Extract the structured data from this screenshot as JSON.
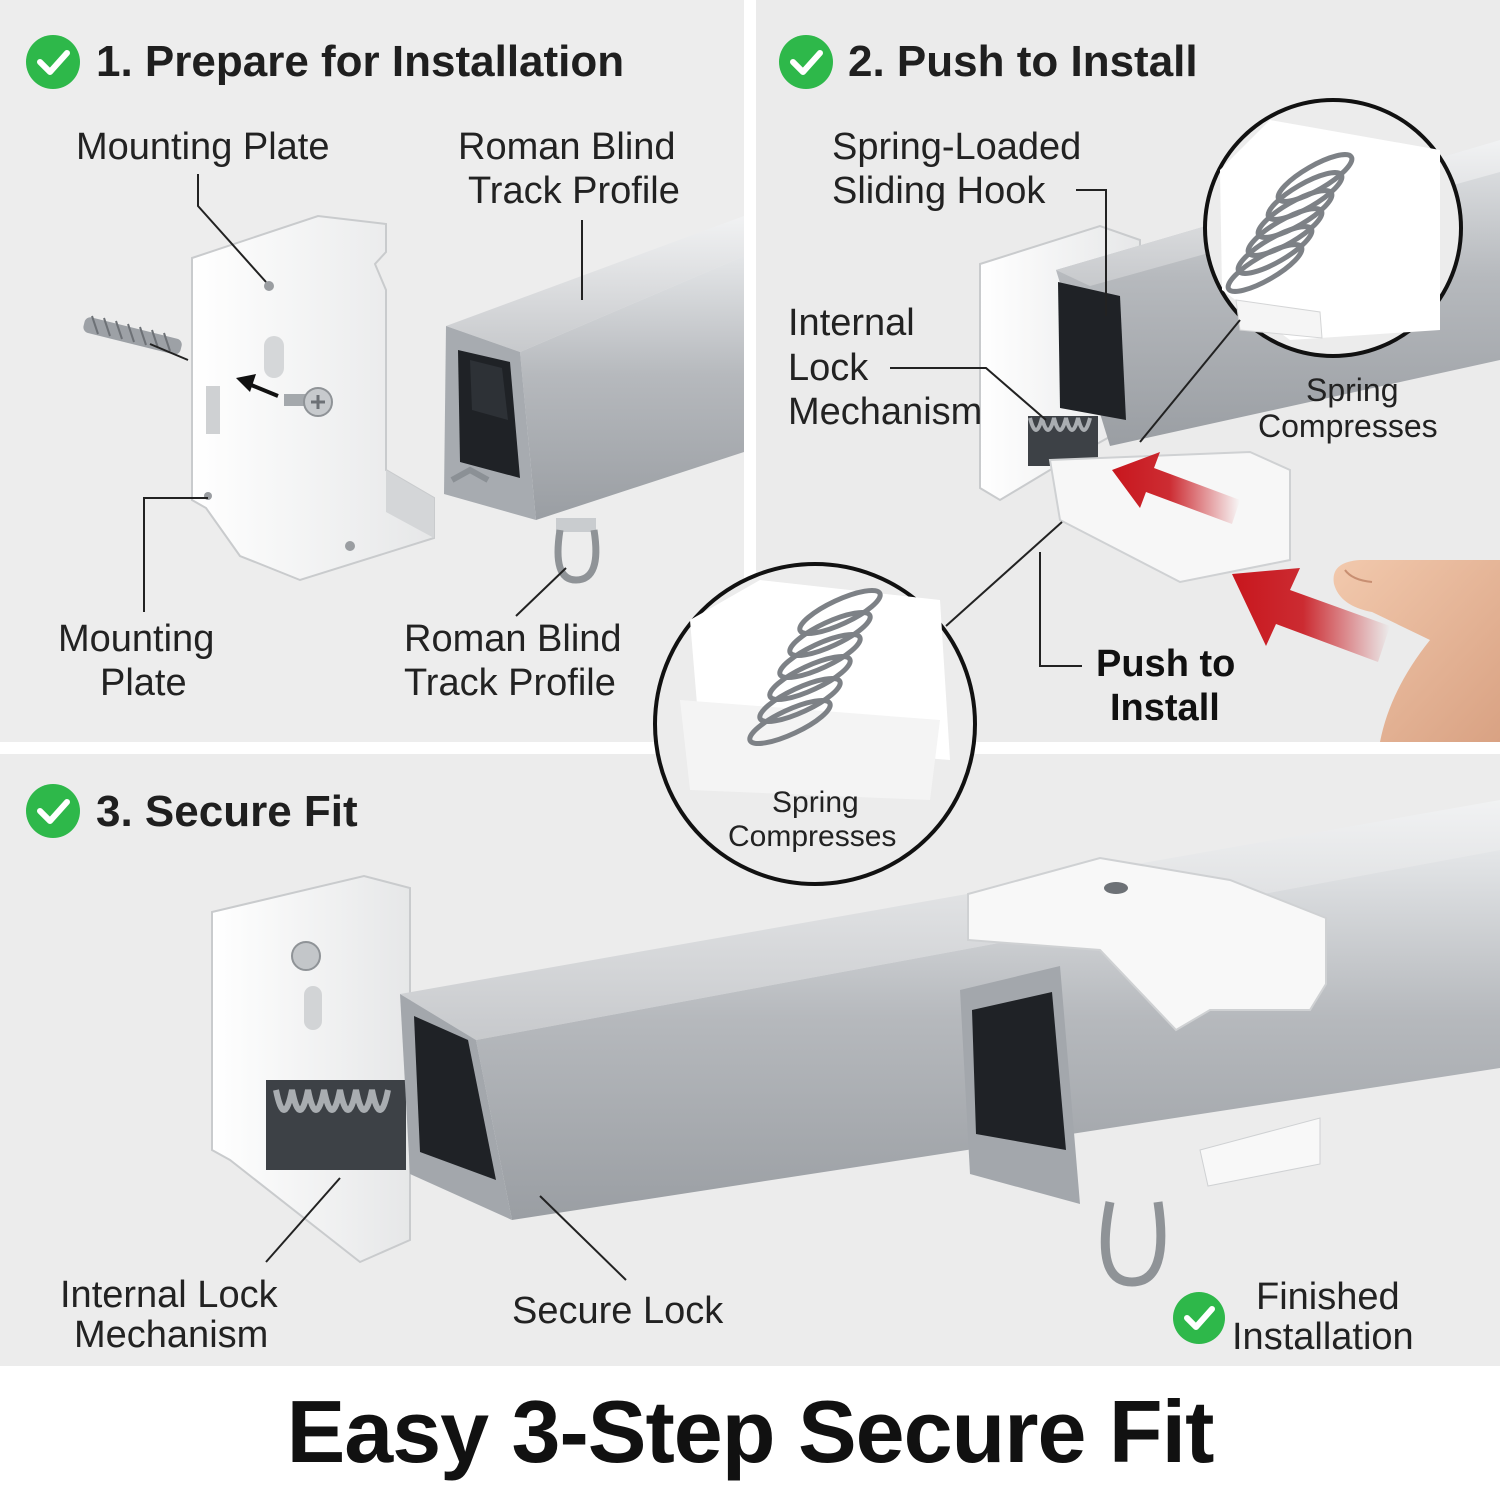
{
  "colors": {
    "check_green": "#2eb84a",
    "arrow_red": "#c8161d",
    "aluminum": "#b9bcc0",
    "panel_bg": "#ececec"
  },
  "steps": [
    {
      "number": 1,
      "title": "1. Prepare for Installation"
    },
    {
      "number": 2,
      "title": "2. Push to Install"
    },
    {
      "number": 3,
      "title": "3. Secure Fit"
    }
  ],
  "panel1": {
    "mounting_plate_top": "Mounting Plate",
    "track_profile_top_line1": "Roman Blind",
    "track_profile_top_line2": "Track Profile",
    "mounting_plate_bottom_line1": "Mounting",
    "mounting_plate_bottom_line2": "Plate",
    "track_profile_bottom_line1": "Roman Blind",
    "track_profile_bottom_line2": "Track Profile"
  },
  "panel2": {
    "hook_line1": "Spring-Loaded",
    "hook_line2": "Sliding Hook",
    "lock_line1": "Internal",
    "lock_line2": "Lock",
    "lock_line3": "Mechanism",
    "spring_top_line1": "Spring",
    "spring_top_line2": "Compresses",
    "push_line1": "Push to",
    "push_line2": "Install",
    "spring_circle_line1": "Spring",
    "spring_circle_line2": "Compresses"
  },
  "panel3": {
    "lock_line1": "Internal Lock",
    "lock_line2": "Mechanism",
    "secure_lock": "Secure Lock",
    "finished_line1": "Finished",
    "finished_line2": "Installation"
  },
  "headline": "Easy 3-Step Secure Fit"
}
